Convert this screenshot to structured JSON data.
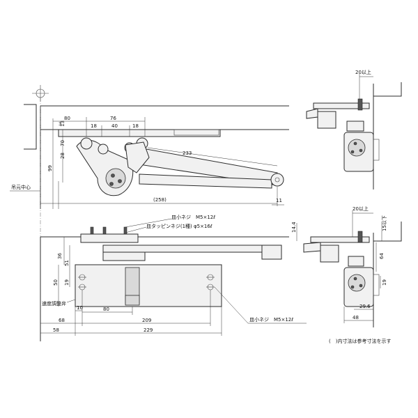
{
  "top_view": {
    "dims": {
      "d80": "80",
      "d76": "76",
      "d18a": "18",
      "d40": "40",
      "d18b": "18",
      "d233": "233",
      "d99": "99",
      "d28": "28",
      "d70": "70",
      "d13": "13",
      "d3": "3",
      "d258": "(258)",
      "d11": "11"
    },
    "hinge_center_label": "吊元中心"
  },
  "front_view": {
    "screw_top_label": "皿小ネジ　M5×12ℓ",
    "tapping_screw_label": "皿タッピンネジ(1種) φ5×16ℓ",
    "speed_adjust_valve_label": "速度調整弁",
    "screw_right_label": "皿小ネジ　M5×12ℓ",
    "dims": {
      "d36": "36",
      "d51": "51",
      "d19": "19",
      "d50": "50",
      "d10": "10",
      "d80": "80",
      "d68": "68",
      "d209": "209",
      "d58": "58",
      "d229": "229"
    }
  },
  "side_view_top": {
    "dims": {
      "d20ijou": "20以上"
    }
  },
  "side_view_bottom": {
    "dims": {
      "d14_4": "14.4",
      "d20ijou": "20以上",
      "d15ika": "15以下",
      "d64": "64",
      "d19": "19",
      "d29_6": "29.6",
      "d48": "48"
    }
  },
  "footnote": "(　)内寸法は参考寸法を示す"
}
